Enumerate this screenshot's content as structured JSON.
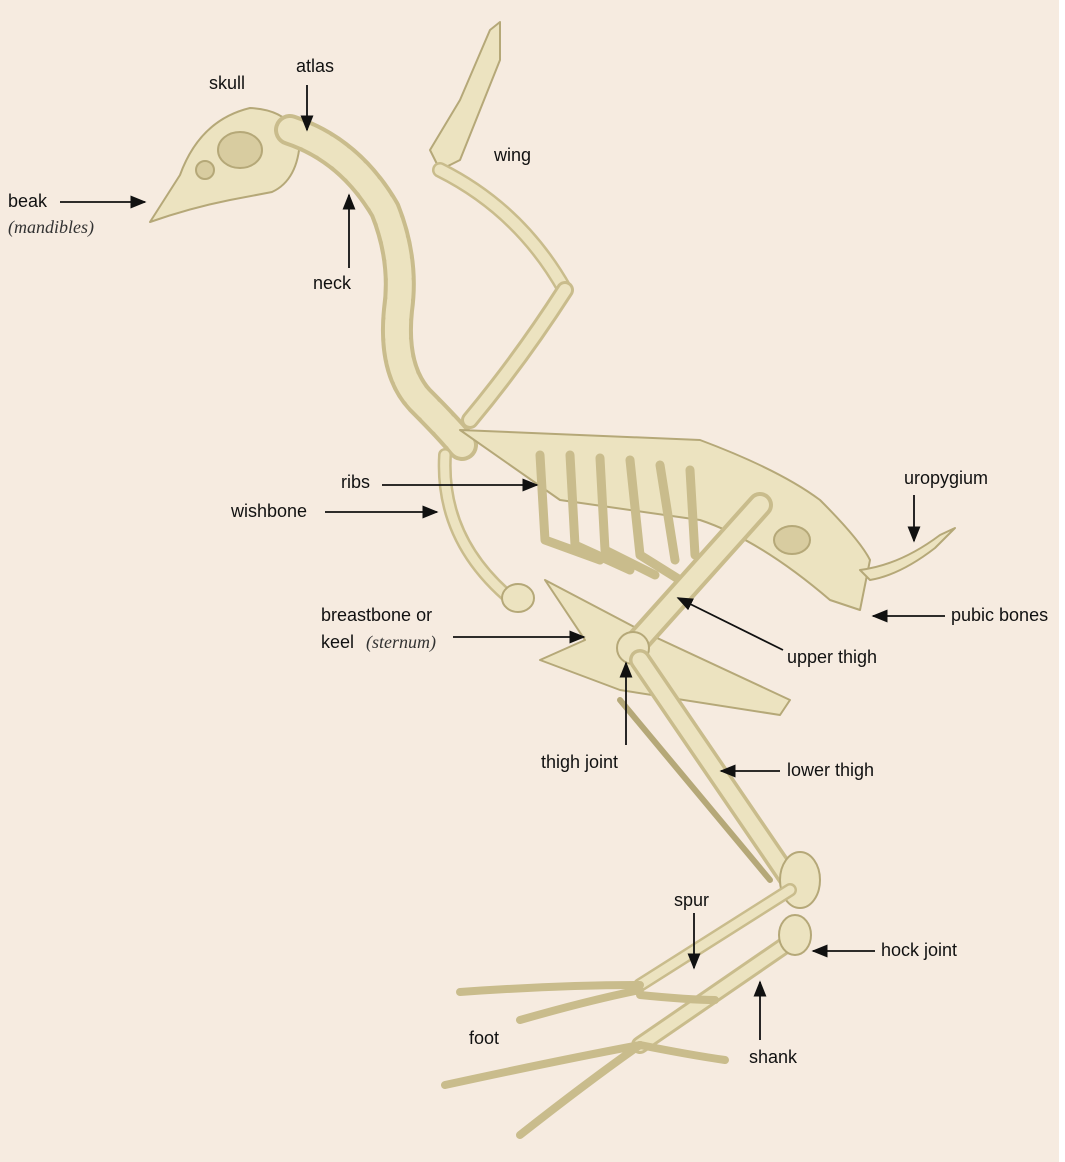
{
  "colors": {
    "background": "#f6ebe0",
    "bone": "#ece3c0",
    "bone_shade": "#c9bc8c",
    "arrow": "#111111"
  },
  "labels": {
    "skull": "skull",
    "atlas": "atlas",
    "beak": "beak",
    "beak_note": "(mandibles)",
    "neck": "neck",
    "wing": "wing",
    "ribs": "ribs",
    "wishbone": "wishbone",
    "uropygium": "uropygium",
    "breastbone_line1": "breastbone or",
    "breastbone_line2": "keel",
    "breastbone_note": "(sternum)",
    "pubic_bones": "pubic bones",
    "upper_thigh": "upper thigh",
    "thigh_joint": "thigh joint",
    "lower_thigh": "lower thigh",
    "spur": "spur",
    "hock_joint": "hock joint",
    "foot": "foot",
    "shank": "shank"
  }
}
